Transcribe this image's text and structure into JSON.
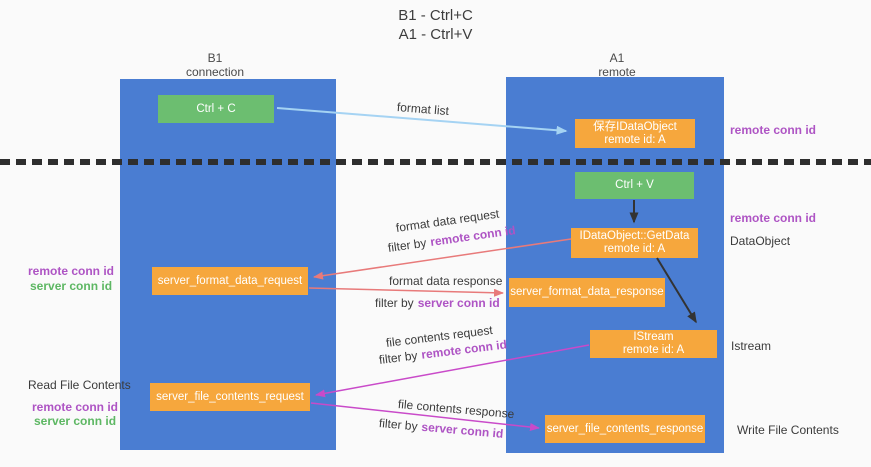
{
  "title": {
    "line1": "B1 - Ctrl+C",
    "line2": "A1 - Ctrl+V"
  },
  "columns": {
    "left": {
      "name": "B1",
      "subtitle": "connection"
    },
    "right": {
      "name": "A1",
      "subtitle": "remote"
    }
  },
  "boxes": {
    "ctrl_c": {
      "label": "Ctrl + C"
    },
    "ctrl_v": {
      "label": "Ctrl + V"
    },
    "save_dataobject": {
      "line1": "保存IDataObject",
      "line2": "remote id: A"
    },
    "getdata": {
      "line1": "IDataObject::GetData",
      "line2": "remote id: A"
    },
    "istream": {
      "line1": "IStream",
      "line2": "remote id: A"
    },
    "server_format_data_request": {
      "label": "server_format_data_request"
    },
    "server_format_data_response": {
      "label": "server_format_data_response"
    },
    "server_file_contents_request": {
      "label": "server_file_contents_request"
    },
    "server_file_contents_response": {
      "label": "server_file_contents_response"
    }
  },
  "side_labels": {
    "remote_conn_id_top_right": "remote conn id",
    "remote_conn_id_mid_right": "remote conn id",
    "dataobject": "DataObject",
    "istream": "Istream",
    "write_file_contents": "Write File Contents",
    "remote_conn_id_left_1": "remote conn id",
    "server_conn_id_left_1": "server conn id",
    "read_file_contents": "Read File Contents",
    "remote_conn_id_left_2": "remote conn id",
    "server_conn_id_left_2": "server conn id"
  },
  "arrow_labels": {
    "format_list": "format list",
    "format_data_request": "format data request",
    "format_data_response": "format data response",
    "file_contents_request": "file contents request",
    "file_contents_response": "file contents response",
    "filter_by": "filter by",
    "remote_conn_id": "remote conn id",
    "server_conn_id": "server conn id"
  },
  "colors": {
    "column_blue": "#4a7dd2",
    "box_green": "#6cbe70",
    "box_orange": "#f6a73d",
    "arrow_light_blue": "#a5d3f3",
    "arrow_red": "#e87a7a",
    "arrow_magenta": "#c94ac9",
    "arrow_black": "#333333",
    "label_purple": "#ae54c4",
    "label_green": "#5db763"
  }
}
